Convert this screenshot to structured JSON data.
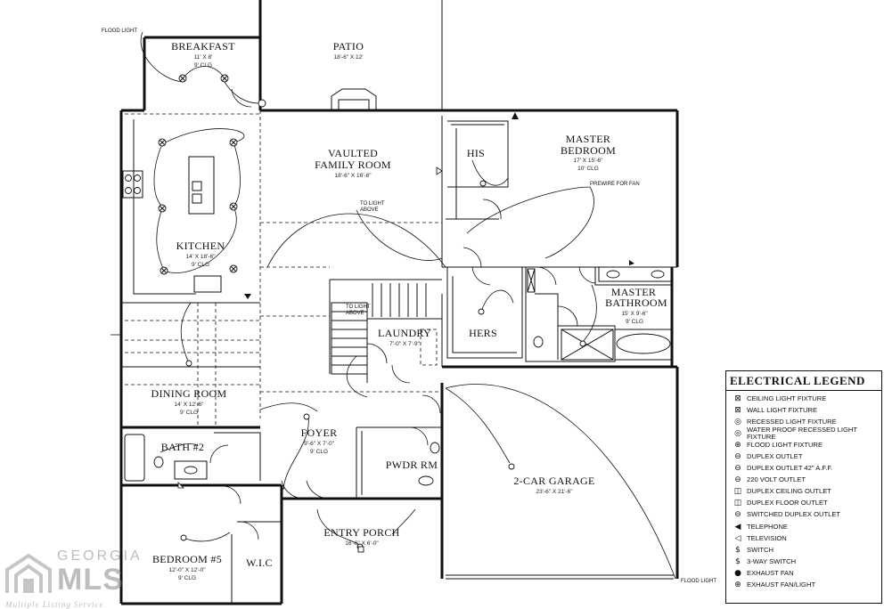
{
  "rooms": {
    "breakfast": {
      "name": "BREAKFAST",
      "size": "11' X 8'",
      "clg": "9' CLG"
    },
    "patio": {
      "name": "PATIO",
      "size": "18'-6\" X 12'"
    },
    "family": {
      "name1": "VAULTED",
      "name2": "FAMILY ROOM",
      "size": "18'-6\" X 16'-6\""
    },
    "his": {
      "name": "HIS"
    },
    "master_bed": {
      "name1": "MASTER",
      "name2": "BEDROOM",
      "size": "17' X 15'-6\"",
      "clg": "10' CLG"
    },
    "kitchen": {
      "name": "KITCHEN",
      "size": "14' X 18'-6\"",
      "clg": "9' CLG"
    },
    "master_bath": {
      "name1": "MASTER",
      "name2": "BATHROOM",
      "size": "15' X 9'-6\"",
      "clg": "9' CLG"
    },
    "laundry": {
      "name": "LAUNDRY",
      "size": "7'-0\" X 7'-9\""
    },
    "hers": {
      "name": "HERS"
    },
    "dining": {
      "name": "DINING ROOM",
      "size": "14' X 12'-6\"",
      "clg": "9' CLG"
    },
    "foyer": {
      "name": "FOYER",
      "size": "9'-6\" X 7'-0\"",
      "clg": "9' CLG"
    },
    "bath2": {
      "name": "BATH #2"
    },
    "pwdr": {
      "name": "PWDR RM"
    },
    "garage": {
      "name": "2-CAR GARAGE",
      "size": "23'-6\" X 21'-6\""
    },
    "bed5": {
      "name": "BEDROOM #5",
      "size": "12'-0\" X 12'-0\"",
      "clg": "9' CLG"
    },
    "wic": {
      "name": "W.I.C"
    },
    "porch": {
      "name": "ENTRY PORCH",
      "size": "16'-6\" X 6'-0\""
    }
  },
  "notes": {
    "flood_light_top": "FLOOD LIGHT",
    "flood_light_bottom": "FLOOD LIGHT",
    "prewire_fan": "PREWIRE FOR FAN",
    "to_light_above_1a": "TO LIGHT",
    "to_light_above_1b": "ABOVE",
    "to_light_above_2a": "TO LIGHT",
    "to_light_above_2b": "ABOVE"
  },
  "legend": {
    "title": "ELECTRICAL LEGEND",
    "items": [
      {
        "icon": "ceiling-light-icon",
        "glyph": "⊠",
        "label": "CEILING LIGHT FIXTURE"
      },
      {
        "icon": "wall-light-icon",
        "glyph": "⊠",
        "label": "WALL LIGHT FIXTURE"
      },
      {
        "icon": "recessed-light-icon",
        "glyph": "◎",
        "label": "RECESSED LIGHT FIXTURE"
      },
      {
        "icon": "waterproof-recessed-light-icon",
        "glyph": "◎",
        "label": "WATER PROOF RECESSED LIGHT FIXTURE"
      },
      {
        "icon": "flood-light-icon",
        "glyph": "⊕",
        "label": "FLOOD LIGHT FIXTURE"
      },
      {
        "icon": "duplex-outlet-icon",
        "glyph": "⊖",
        "label": "DUPLEX OUTLET"
      },
      {
        "icon": "duplex-outlet-42-icon",
        "glyph": "⊖",
        "label": "DUPLEX OUTLET 42\" A.F.F."
      },
      {
        "icon": "220-volt-outlet-icon",
        "glyph": "⊖",
        "label": "220 VOLT OUTLET"
      },
      {
        "icon": "duplex-ceiling-outlet-icon",
        "glyph": "◫",
        "label": "DUPLEX CEILING OUTLET"
      },
      {
        "icon": "duplex-floor-outlet-icon",
        "glyph": "◫",
        "label": "DUPLEX FLOOR OUTLET"
      },
      {
        "icon": "switched-duplex-outlet-icon",
        "glyph": "⊖",
        "label": "SWITCHED DUPLEX OUTLET"
      },
      {
        "icon": "telephone-icon",
        "glyph": "◀",
        "label": "TELEPHONE"
      },
      {
        "icon": "television-icon",
        "glyph": "◁",
        "label": "TELEVISION"
      },
      {
        "icon": "switch-icon",
        "glyph": "$",
        "label": "SWITCH"
      },
      {
        "icon": "3-way-switch-icon",
        "glyph": "$",
        "label": "3-WAY SWITCH"
      },
      {
        "icon": "exhaust-fan-icon",
        "glyph": "●",
        "label": "EXHAUST FAN"
      },
      {
        "icon": "exhaust-fan-light-icon",
        "glyph": "⊕",
        "label": "EXHAUST FAN/LIGHT"
      }
    ]
  },
  "watermark": {
    "line1": "GEORGIA",
    "line2": "MLS",
    "line3": "Multiple Listing Service"
  }
}
